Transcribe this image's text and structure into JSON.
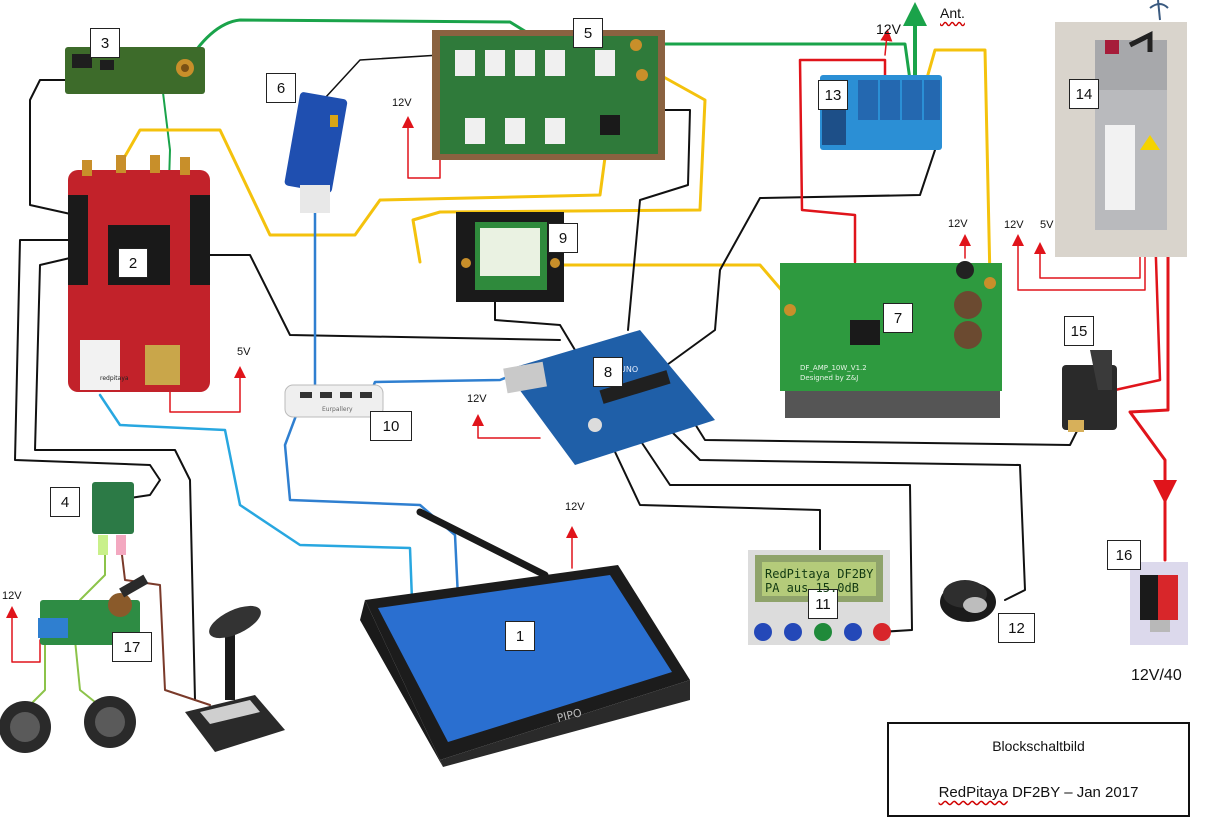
{
  "diagram": {
    "title": "Blockschaltbild",
    "subtitle_name": "RedPitaya",
    "subtitle_rest": "  DF2BY – Jan 2017",
    "antenna_label": "Ant.",
    "supply_label": "12V/40",
    "module_numbers": [
      "1",
      "2",
      "3",
      "4",
      "5",
      "6",
      "7",
      "8",
      "9",
      "10",
      "11",
      "12",
      "13",
      "14",
      "15",
      "16",
      "17"
    ],
    "voltage_labels": {
      "v12_top": "12V",
      "v12_bpf": "12V",
      "v5_redpitaya": "5V",
      "v12_arduino": "12V",
      "v12_tablet": "12V",
      "v12_pa": "12V",
      "v12_psu": "12V",
      "v5_psu": "5V",
      "v12_amp": "12V"
    },
    "device_text": {
      "lcd_line1": "RedPitaya  DF2BY",
      "lcd_line2": "PA aus   15.0dB",
      "tablet_brand": "PIPO",
      "hub_label": "Eurpallery",
      "arduino_label": "UNO",
      "pa_label1": "DF_AMP_10W_V1.2",
      "pa_label2": "Designed by Z&J",
      "redpitaya_label": "redpitaya"
    },
    "wire_colors": {
      "green": "#1aa34a",
      "yellow": "#f4c20d",
      "red": "#e0141b",
      "blue": "#2f7fd0",
      "lightblue": "#28a7e0",
      "black": "#111111",
      "brown": "#7a3a2a",
      "lightgreen": "#8cc34a"
    }
  }
}
